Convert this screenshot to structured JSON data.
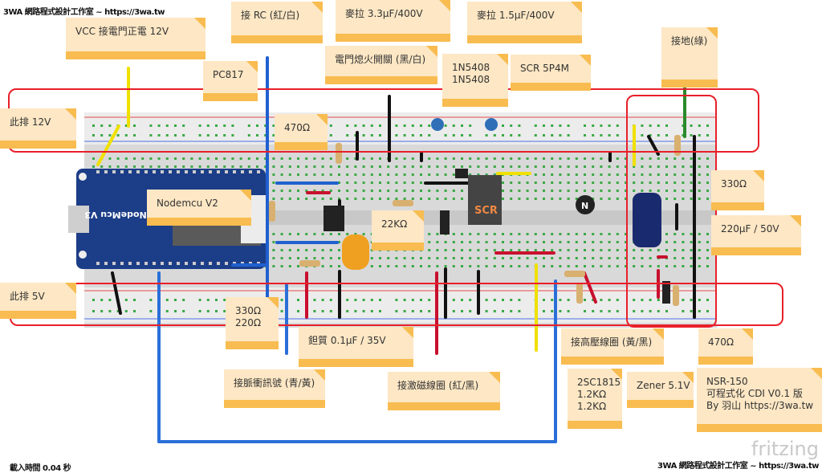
{
  "header": {
    "top_left": "3WA 網路程式設計工作室 ~ https://3wa.tw",
    "bottom_right": "3WA 網路程式設計工作室 ~ https://3wa.tw",
    "load_time": "載入時間 0.04 秒",
    "watermark": "fritzing"
  },
  "board": {
    "mcu_label": "NodeMcu V3",
    "scr_label": "SCR",
    "transistor_label": "N",
    "colors": {
      "breadboard": "#d9d9d9",
      "rail_red": "#e84d4d",
      "rail_blue": "#4d6fe8",
      "hole": "#3aa845",
      "mcu": "#1c3d87",
      "highlight": "#e8202a"
    }
  },
  "notes": [
    {
      "id": "vcc",
      "lines": [
        "VCC 接電門正電 12V"
      ]
    },
    {
      "id": "rc",
      "lines": [
        "接 RC (紅/白)"
      ]
    },
    {
      "id": "mylar33",
      "lines": [
        "麥拉 3.3µF/400V"
      ]
    },
    {
      "id": "mylar15",
      "lines": [
        "麥拉 1.5µF/400V"
      ]
    },
    {
      "id": "pc817",
      "lines": [
        "PC817"
      ]
    },
    {
      "id": "kill",
      "lines": [
        "電門熄火開關 (黑/白)"
      ]
    },
    {
      "id": "diodes",
      "lines": [
        "1N5408",
        "1N5408"
      ]
    },
    {
      "id": "scr",
      "lines": [
        "SCR 5P4M"
      ]
    },
    {
      "id": "gnd",
      "lines": [
        "接地(綠)"
      ]
    },
    {
      "id": "row12",
      "lines": [
        "此排 12V"
      ]
    },
    {
      "id": "r470a",
      "lines": [
        "470Ω"
      ]
    },
    {
      "id": "nodemcu",
      "lines": [
        "Nodemcu V2"
      ]
    },
    {
      "id": "r22k",
      "lines": [
        "22KΩ"
      ]
    },
    {
      "id": "r330a",
      "lines": [
        "330Ω"
      ]
    },
    {
      "id": "cap220",
      "lines": [
        "220µF / 50V"
      ]
    },
    {
      "id": "row5",
      "lines": [
        "此排 5V"
      ]
    },
    {
      "id": "r330b",
      "lines": [
        "330Ω",
        "220Ω"
      ]
    },
    {
      "id": "tant",
      "lines": [
        "鉭質 0.1µF / 35V"
      ]
    },
    {
      "id": "pulse",
      "lines": [
        "接脈衝訊號 (青/黃)"
      ]
    },
    {
      "id": "exc",
      "lines": [
        "接激磁線圈 (紅/黑)"
      ]
    },
    {
      "id": "hv",
      "lines": [
        "接高壓線圈 (黃/黑)"
      ]
    },
    {
      "id": "r470b",
      "lines": [
        "470Ω"
      ]
    },
    {
      "id": "trans",
      "lines": [
        "2SC1815",
        "1.2KΩ",
        "1.2KΩ"
      ]
    },
    {
      "id": "zener",
      "lines": [
        "Zener 5.1V"
      ]
    },
    {
      "id": "title",
      "lines": [
        "NSR-150",
        "可程式化 CDI V0.1 版",
        "By 羽山 https://3wa.tw"
      ]
    }
  ]
}
